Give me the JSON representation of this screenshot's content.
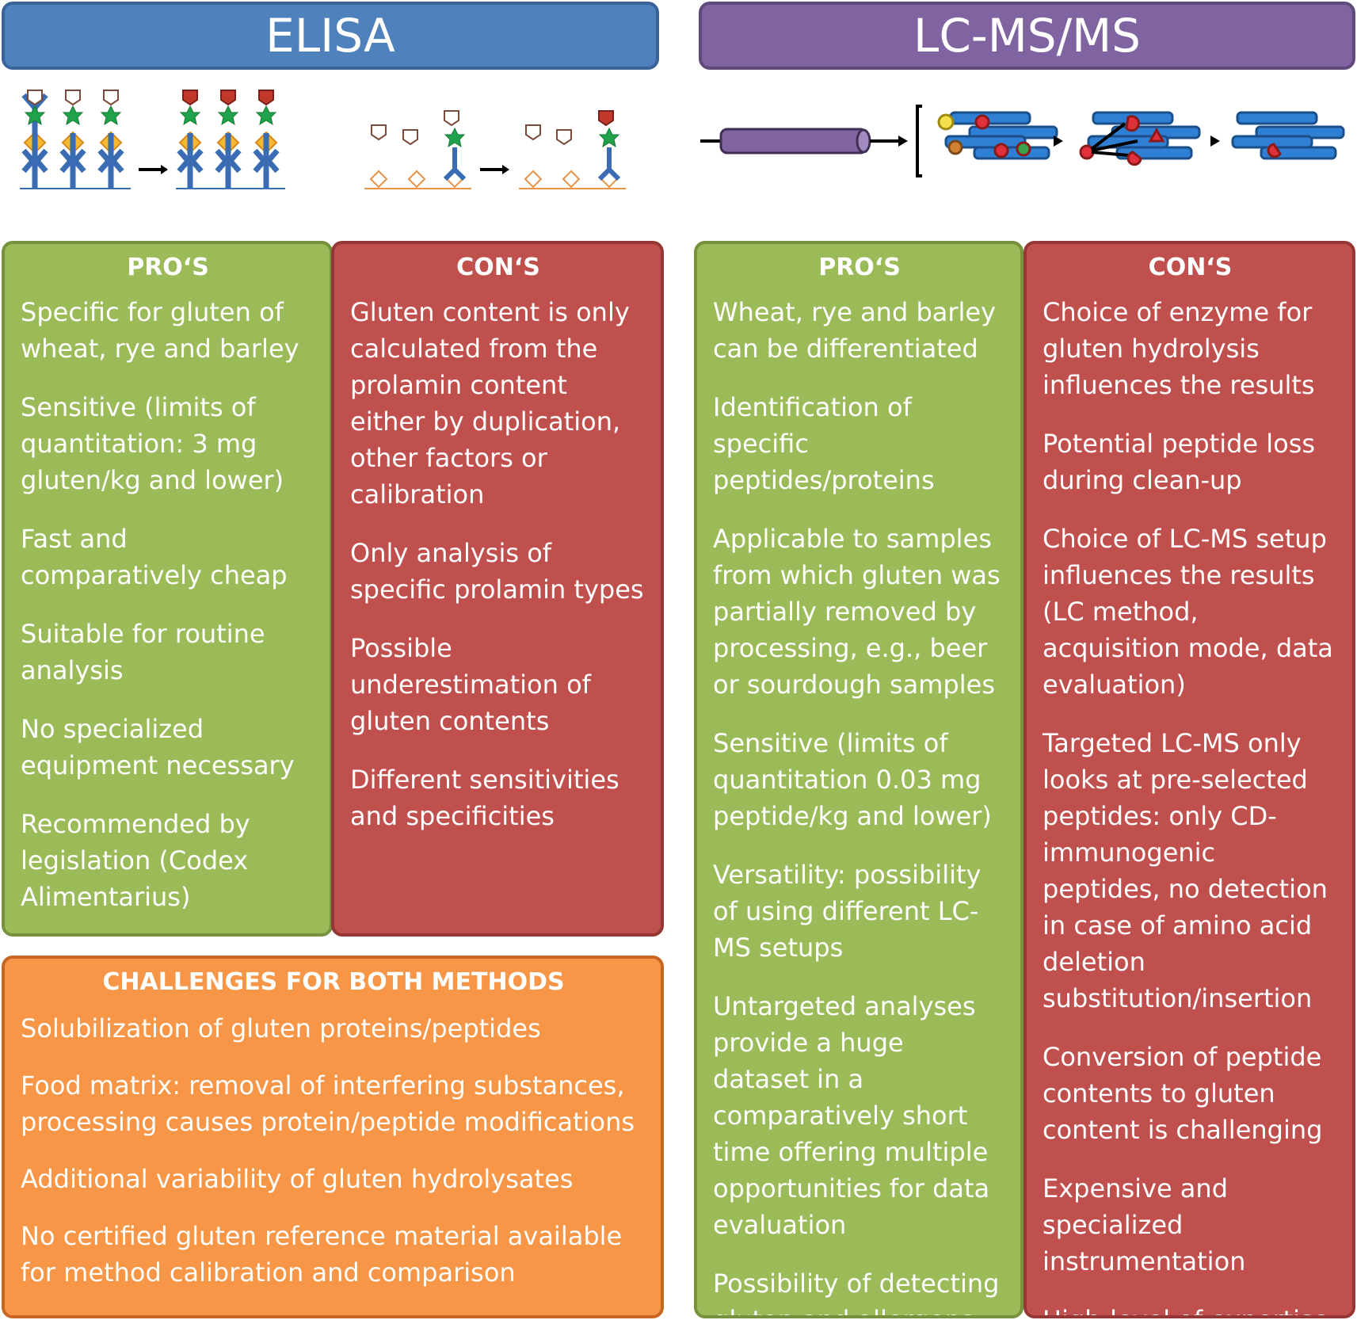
{
  "elisa": {
    "title": "ELISA",
    "pros": {
      "heading": "PRO‘S",
      "items": [
        "Specific for gluten of wheat, rye and barley",
        "Sensitive (limits of quantitation: 3 mg gluten/kg and lower)",
        "Fast and comparatively cheap",
        "Suitable for routine analysis",
        "No specialized equipment necessary",
        "Recommended by legislation (Codex Alimentarius)"
      ]
    },
    "cons": {
      "heading": "CON‘S",
      "items": [
        "Gluten content is only calculated from the prolamin content either by duplication, other factors or calibration",
        "Only analysis of specific prolamin types",
        "Possible underestimation of gluten contents",
        "Different sensitivities and specificities"
      ]
    }
  },
  "lcms": {
    "title": "LC-MS/MS",
    "pros": {
      "heading": "PRO‘S",
      "items": [
        "Wheat, rye and barley can be differentiated",
        "Identification of specific peptides/proteins",
        "Applicable to samples from which gluten was partially removed by processing, e.g., beer or sourdough samples",
        "Sensitive (limits of quantitation 0.03 mg peptide/kg and lower)",
        "Versatility: possibility of using different LC-MS setups",
        "Untargeted analyses provide a huge dataset in a comparatively short time offering multiple opportunities for data evaluation",
        "Possibility of detecting gluten and allergens using multi-methods"
      ]
    },
    "cons": {
      "heading": "CON‘S",
      "items": [
        "Choice of enzyme for gluten hydrolysis influences the results",
        "Potential peptide loss during clean-up",
        "Choice of LC-MS setup influences the results (LC method, acquisition mode, data evaluation)",
        "Targeted LC-MS only looks at pre-selected peptides: only CD-immunogenic peptides, no detection in case of amino acid deletion substitution/insertion",
        "Conversion of peptide contents to gluten content is challenging",
        "Expensive and specialized instrumentation",
        "High-level of expertise required"
      ]
    }
  },
  "challenges": {
    "heading": "CHALLENGES FOR BOTH METHODS",
    "items": [
      "Solubilization of gluten proteins/peptides",
      "Food matrix: removal of interfering substances, processing causes protein/peptide modifications",
      "Additional variability of gluten hydrolysates",
      "No certified gluten reference material available for method calibration and comparison"
    ]
  },
  "colors": {
    "elisa_banner": "#4f81bd",
    "lcms_banner": "#8064a2",
    "pros": "#9bbb59",
    "cons": "#c0504d",
    "challenges": "#f79646"
  }
}
